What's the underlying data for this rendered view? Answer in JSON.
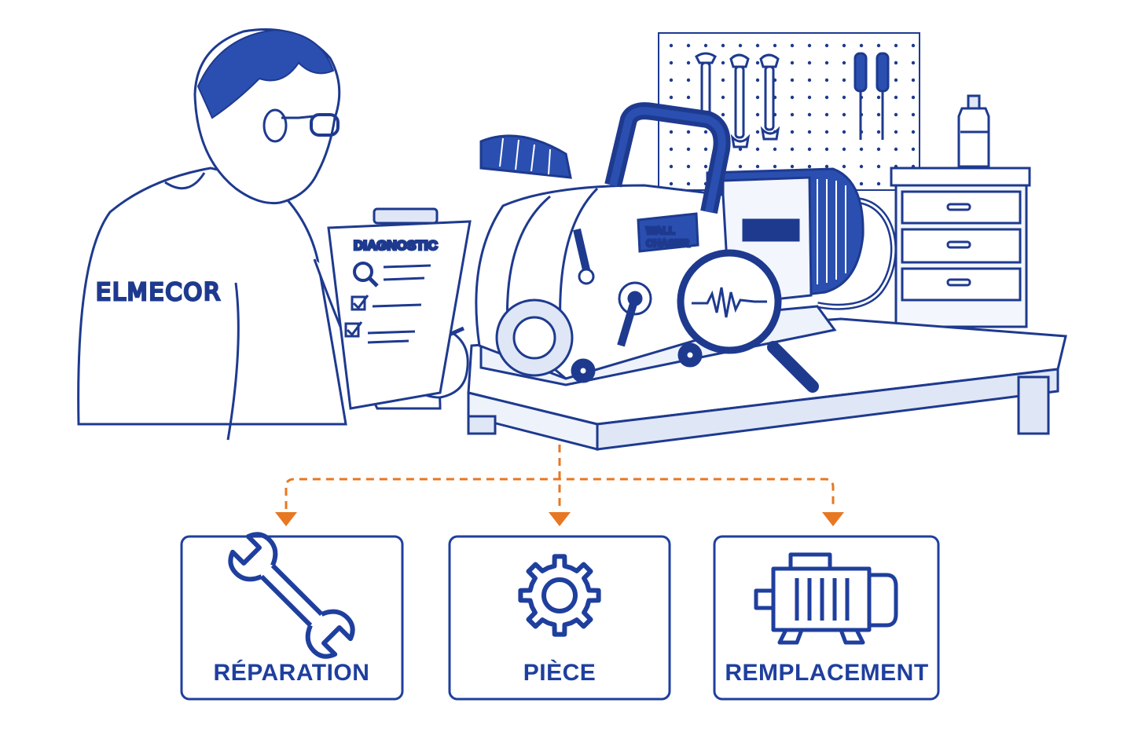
{
  "illustration": {
    "jacket_brand": "ELMECOR",
    "clipboard_title": "DIAGNOSTIC",
    "machine_label_line1": "WALL",
    "machine_label_line2": "CHASER"
  },
  "outcomes": [
    {
      "label": "RÉPARATION",
      "icon": "wrench-icon"
    },
    {
      "label": "PIÈCE",
      "icon": "gear-icon"
    },
    {
      "label": "REMPLACEMENT",
      "icon": "electric-motor-icon"
    }
  ],
  "colors": {
    "ink": "#1e3a8f",
    "arrow": "#e87722",
    "box_border": "#1f3f9e",
    "label": "#1f3f9e",
    "shade": "#dfe6f6"
  }
}
